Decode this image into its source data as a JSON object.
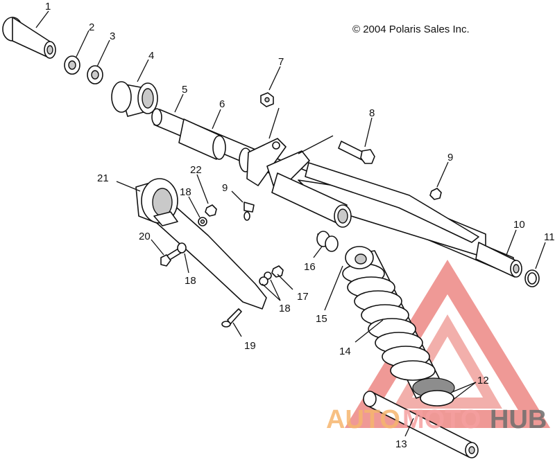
{
  "copyright": "© 2004 Polaris Sales Inc.",
  "callouts": [
    "1",
    "2",
    "3",
    "4",
    "5",
    "6",
    "7",
    "8",
    "9",
    "10",
    "11",
    "21",
    "22",
    "18",
    "9",
    "20",
    "18",
    "16",
    "17",
    "18",
    "15",
    "14",
    "19",
    "12",
    "13"
  ],
  "watermark": {
    "part1": "AUTO",
    "part2": "MOTO",
    "part3": "HUB",
    "colors": {
      "auto": "#f6b66e",
      "moto": "#f6a0a0",
      "hub": "#6e6e6e",
      "triangle": "#e0463f"
    }
  }
}
